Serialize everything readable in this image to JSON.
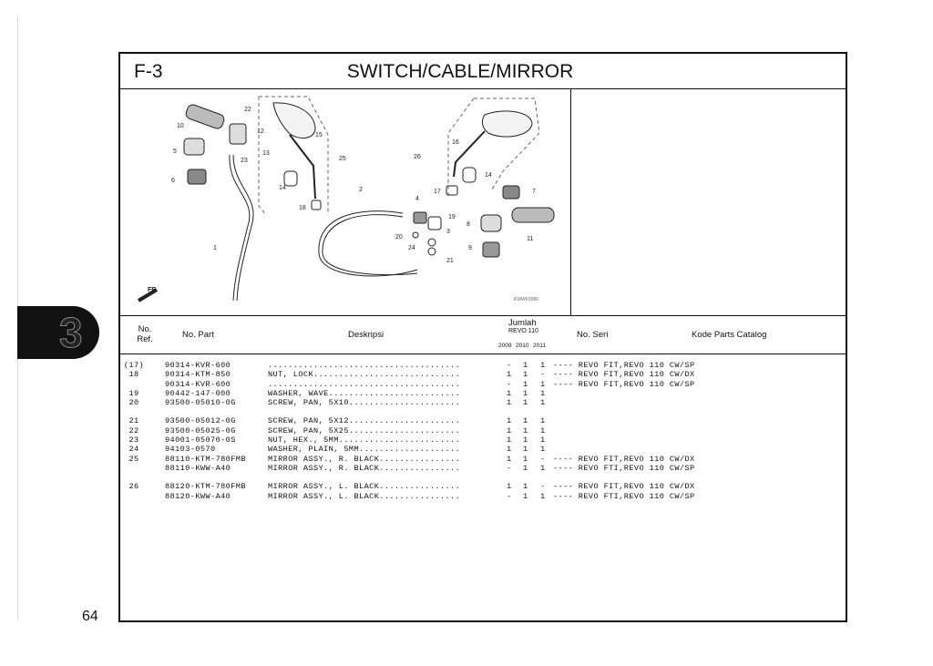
{
  "page": {
    "number": "64",
    "chapter_tab": "3"
  },
  "header": {
    "code": "F-3",
    "title": "SWITCH/CABLE/MIRROR"
  },
  "diagram": {
    "callouts": [
      "22",
      "10",
      "12",
      "13",
      "5",
      "23",
      "6",
      "15",
      "25",
      "14",
      "18",
      "1",
      "26",
      "16",
      "14",
      "17",
      "7",
      "2",
      "4",
      "19",
      "3",
      "20",
      "24",
      "21",
      "8",
      "11",
      "9"
    ],
    "direction_label": "FR.",
    "catalog_code": "KWWF0080"
  },
  "table": {
    "headers": {
      "ref": "No.\nRef.",
      "part": "No. Part",
      "desc": "Deskripsi",
      "jumlah": "Jumlah",
      "model": "REVO 110",
      "years": [
        "2009",
        "2010",
        "2011"
      ],
      "seri": "No. Seri",
      "kode": "Kode Parts Catalog"
    },
    "groups": [
      [
        {
          "ref": "(17)",
          "part": "90314-KVR-600",
          "desc": "......................................",
          "q": [
            "-",
            "1",
            "1"
          ],
          "seri": "---- REVO FIT,REVO 110 CW/SP"
        },
        {
          "ref": "18",
          "part": "90314-KTM-850",
          "desc": "NUT, LOCK.............................",
          "q": [
            "1",
            "1",
            "-"
          ],
          "seri": "---- REVO FIT,REVO 110 CW/DX"
        },
        {
          "ref": "",
          "part": "90314-KVR-600",
          "desc": "......................................",
          "q": [
            "-",
            "1",
            "1"
          ],
          "seri": "---- REVO FIT,REVO 110 CW/SP"
        },
        {
          "ref": "19",
          "part": "90442-147-000",
          "desc": "WASHER, WAVE..........................",
          "q": [
            "1",
            "1",
            "1"
          ],
          "seri": ""
        },
        {
          "ref": "20",
          "part": "93500-05010-0G",
          "desc": "SCREW, PAN, 5X10......................",
          "q": [
            "1",
            "1",
            "1"
          ],
          "seri": ""
        }
      ],
      [
        {
          "ref": "21",
          "part": "93500-05012-0G",
          "desc": "SCREW, PAN, 5X12......................",
          "q": [
            "1",
            "1",
            "1"
          ],
          "seri": ""
        },
        {
          "ref": "22",
          "part": "93500-05025-0G",
          "desc": "SCREW, PAN, 5X25......................",
          "q": [
            "1",
            "1",
            "1"
          ],
          "seri": ""
        },
        {
          "ref": "23",
          "part": "94001-05070-0S",
          "desc": "NUT, HEX., 5MM........................",
          "q": [
            "1",
            "1",
            "1"
          ],
          "seri": ""
        },
        {
          "ref": "24",
          "part": "94103-0570",
          "desc": "WASHER, PLAIN, 5MM....................",
          "q": [
            "1",
            "1",
            "1"
          ],
          "seri": ""
        },
        {
          "ref": "25",
          "part": "88110-KTM-780FMB",
          "desc": "MIRROR ASSY., R. BLACK................",
          "q": [
            "1",
            "1",
            "-"
          ],
          "seri": "---- REVO FIT,REVO 110 CW/DX"
        },
        {
          "ref": "",
          "part": "88110-KWW-A40",
          "desc": "MIRROR ASSY., R. BLACK................",
          "q": [
            "-",
            "1",
            "1"
          ],
          "seri": "---- REVO FTI,REVO 110 CW/SP"
        }
      ],
      [
        {
          "ref": "26",
          "part": "88120-KTM-780FMB",
          "desc": "MIRROR ASSY., L. BLACK................",
          "q": [
            "1",
            "1",
            "-"
          ],
          "seri": "---- REVO FIT,REVO 110 CW/DX"
        },
        {
          "ref": "",
          "part": "88120-KWW-A40",
          "desc": "MIRROR ASSY., L. BLACK................",
          "q": [
            "-",
            "1",
            "1"
          ],
          "seri": "---- REVO FTI,REVO 110 CW/SP"
        }
      ]
    ]
  }
}
